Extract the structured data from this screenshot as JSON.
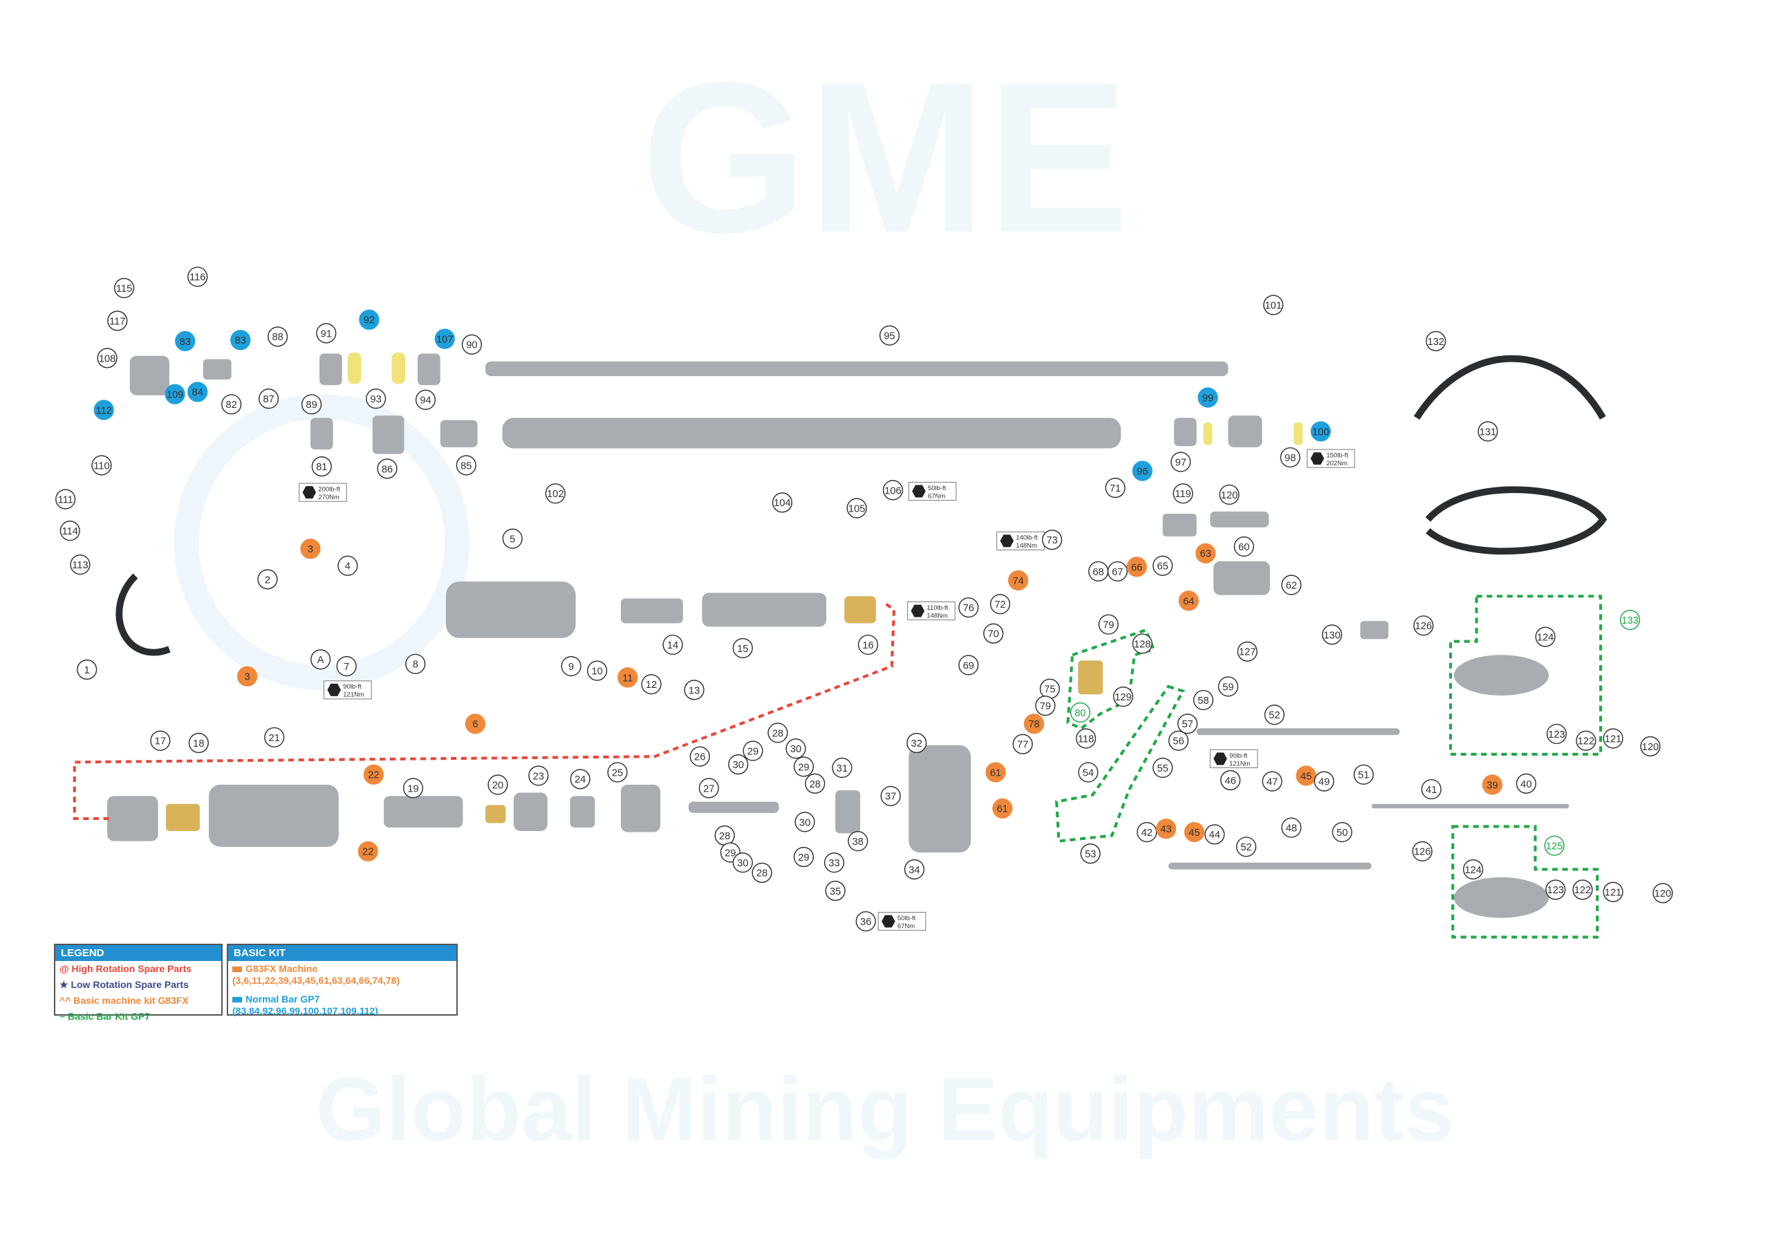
{
  "watermark": {
    "logo": "GME",
    "text": "Global Mining Equipments"
  },
  "colors": {
    "orange": "#f0883a",
    "blue": "#1ea0dc",
    "green": "#22a84a",
    "red": "#e8473a",
    "navy": "#3a4a8a",
    "part": "#a9acb1"
  },
  "callouts": [
    {
      "label": "116",
      "style": "n"
    },
    {
      "label": "115",
      "style": "n"
    },
    {
      "label": "117",
      "style": "n"
    },
    {
      "label": "108",
      "style": "n"
    },
    {
      "label": "83",
      "style": "b"
    },
    {
      "label": "83",
      "style": "b"
    },
    {
      "label": "88",
      "style": "n"
    },
    {
      "label": "91",
      "style": "n"
    },
    {
      "label": "92",
      "style": "b"
    },
    {
      "label": "107",
      "style": "b"
    },
    {
      "label": "90",
      "style": "n"
    },
    {
      "label": "95",
      "style": "n"
    },
    {
      "label": "101",
      "style": "n"
    },
    {
      "label": "132",
      "style": "n"
    },
    {
      "label": "109",
      "style": "b"
    },
    {
      "label": "84",
      "style": "b"
    },
    {
      "label": "82",
      "style": "n"
    },
    {
      "label": "87",
      "style": "n"
    },
    {
      "label": "89",
      "style": "n"
    },
    {
      "label": "93",
      "style": "n"
    },
    {
      "label": "94",
      "style": "n"
    },
    {
      "label": "112",
      "style": "b"
    },
    {
      "label": "110",
      "style": "n"
    },
    {
      "label": "81",
      "style": "n"
    },
    {
      "label": "86",
      "style": "n"
    },
    {
      "label": "85",
      "style": "n"
    },
    {
      "label": "102",
      "style": "n"
    },
    {
      "label": "99",
      "style": "b"
    },
    {
      "label": "100",
      "style": "b"
    },
    {
      "label": "98",
      "style": "n"
    },
    {
      "label": "97",
      "style": "n"
    },
    {
      "label": "96",
      "style": "b"
    },
    {
      "label": "131",
      "style": "n"
    },
    {
      "label": "111",
      "style": "n"
    },
    {
      "label": "106",
      "style": "n"
    },
    {
      "label": "105",
      "style": "n"
    },
    {
      "label": "104",
      "style": "n"
    },
    {
      "label": "71",
      "style": "n"
    },
    {
      "label": "119",
      "style": "n"
    },
    {
      "label": "120",
      "style": "n"
    },
    {
      "label": "114",
      "style": "n"
    },
    {
      "label": "113",
      "style": "n"
    },
    {
      "label": "3",
      "style": "o"
    },
    {
      "label": "4",
      "style": "n"
    },
    {
      "label": "5",
      "style": "n"
    },
    {
      "label": "2",
      "style": "n"
    },
    {
      "label": "73",
      "style": "n"
    },
    {
      "label": "74",
      "style": "o"
    },
    {
      "label": "68",
      "style": "n"
    },
    {
      "label": "67",
      "style": "n"
    },
    {
      "label": "66",
      "style": "o"
    },
    {
      "label": "65",
      "style": "n"
    },
    {
      "label": "63",
      "style": "o"
    },
    {
      "label": "60",
      "style": "n"
    },
    {
      "label": "64",
      "style": "o"
    },
    {
      "label": "62",
      "style": "n"
    },
    {
      "label": "72",
      "style": "n"
    },
    {
      "label": "76",
      "style": "n"
    },
    {
      "label": "79",
      "style": "n"
    },
    {
      "label": "128",
      "style": "n"
    },
    {
      "label": "133",
      "style": "g"
    },
    {
      "label": "130",
      "style": "n"
    },
    {
      "label": "126",
      "style": "n"
    },
    {
      "label": "124",
      "style": "n"
    },
    {
      "label": "1",
      "style": "n"
    },
    {
      "label": "3",
      "style": "o"
    },
    {
      "label": "A",
      "style": "n"
    },
    {
      "label": "7",
      "style": "n"
    },
    {
      "label": "8",
      "style": "n"
    },
    {
      "label": "14",
      "style": "n"
    },
    {
      "label": "15",
      "style": "n"
    },
    {
      "label": "16",
      "style": "n"
    },
    {
      "label": "70",
      "style": "n"
    },
    {
      "label": "69",
      "style": "n"
    },
    {
      "label": "75",
      "style": "n"
    },
    {
      "label": "127",
      "style": "n"
    },
    {
      "label": "59",
      "style": "n"
    },
    {
      "label": "58",
      "style": "n"
    },
    {
      "label": "9",
      "style": "n"
    },
    {
      "label": "10",
      "style": "n"
    },
    {
      "label": "11",
      "style": "o"
    },
    {
      "label": "12",
      "style": "n"
    },
    {
      "label": "13",
      "style": "n"
    },
    {
      "label": "6",
      "style": "o"
    },
    {
      "label": "78",
      "style": "o"
    },
    {
      "label": "79",
      "style": "n"
    },
    {
      "label": "80",
      "style": "g"
    },
    {
      "label": "129",
      "style": "n"
    },
    {
      "label": "77",
      "style": "n"
    },
    {
      "label": "118",
      "style": "n"
    },
    {
      "label": "57",
      "style": "n"
    },
    {
      "label": "56",
      "style": "n"
    },
    {
      "label": "52",
      "style": "n"
    },
    {
      "label": "123",
      "style": "n"
    },
    {
      "label": "122",
      "style": "n"
    },
    {
      "label": "121",
      "style": "n"
    },
    {
      "label": "120",
      "style": "n"
    },
    {
      "label": "17",
      "style": "n"
    },
    {
      "label": "18",
      "style": "n"
    },
    {
      "label": "21",
      "style": "n"
    },
    {
      "label": "22",
      "style": "o"
    },
    {
      "label": "22",
      "style": "o"
    },
    {
      "label": "19",
      "style": "n"
    },
    {
      "label": "20",
      "style": "n"
    },
    {
      "label": "23",
      "style": "n"
    },
    {
      "label": "24",
      "style": "n"
    },
    {
      "label": "25",
      "style": "n"
    },
    {
      "label": "26",
      "style": "n"
    },
    {
      "label": "27",
      "style": "n"
    },
    {
      "label": "28",
      "style": "n"
    },
    {
      "label": "29",
      "style": "n"
    },
    {
      "label": "30",
      "style": "n"
    },
    {
      "label": "30",
      "style": "n"
    },
    {
      "label": "29",
      "style": "n"
    },
    {
      "label": "28",
      "style": "n"
    },
    {
      "label": "30",
      "style": "n"
    },
    {
      "label": "28",
      "style": "n"
    },
    {
      "label": "29",
      "style": "n"
    },
    {
      "label": "30",
      "style": "n"
    },
    {
      "label": "28",
      "style": "n"
    },
    {
      "label": "29",
      "style": "n"
    },
    {
      "label": "31",
      "style": "n"
    },
    {
      "label": "32",
      "style": "n"
    },
    {
      "label": "37",
      "style": "n"
    },
    {
      "label": "38",
      "style": "n"
    },
    {
      "label": "61",
      "style": "o"
    },
    {
      "label": "61",
      "style": "o"
    },
    {
      "label": "33",
      "style": "n"
    },
    {
      "label": "34",
      "style": "n"
    },
    {
      "label": "35",
      "style": "n"
    },
    {
      "label": "36",
      "style": "n"
    },
    {
      "label": "54",
      "style": "n"
    },
    {
      "label": "55",
      "style": "n"
    },
    {
      "label": "53",
      "style": "n"
    },
    {
      "label": "42",
      "style": "n"
    },
    {
      "label": "43",
      "style": "o"
    },
    {
      "label": "45",
      "style": "o"
    },
    {
      "label": "44",
      "style": "n"
    },
    {
      "label": "46",
      "style": "n"
    },
    {
      "label": "47",
      "style": "n"
    },
    {
      "label": "45",
      "style": "o"
    },
    {
      "label": "49",
      "style": "n"
    },
    {
      "label": "48",
      "style": "n"
    },
    {
      "label": "50",
      "style": "n"
    },
    {
      "label": "51",
      "style": "n"
    },
    {
      "label": "41",
      "style": "n"
    },
    {
      "label": "39",
      "style": "o"
    },
    {
      "label": "40",
      "style": "n"
    },
    {
      "label": "125",
      "style": "g"
    },
    {
      "label": "52",
      "style": "n"
    },
    {
      "label": "126",
      "style": "n"
    },
    {
      "label": "124",
      "style": "n"
    },
    {
      "label": "123",
      "style": "n"
    },
    {
      "label": "122",
      "style": "n"
    },
    {
      "label": "121",
      "style": "n"
    },
    {
      "label": "120",
      "style": "n"
    }
  ],
  "torques": [
    {
      "lbft": "200lb-ft",
      "nm": "270Nm"
    },
    {
      "lbft": "50lb-ft",
      "nm": "67Nm"
    },
    {
      "lbft": "150lb-ft",
      "nm": "202Nm"
    },
    {
      "lbft": "140lb-ft",
      "nm": "148Nm"
    },
    {
      "lbft": "110lb-ft",
      "nm": "148Nm"
    },
    {
      "lbft": "90lb-ft",
      "nm": "121Nm"
    },
    {
      "lbft": "90lb-ft",
      "nm": "121Nm"
    },
    {
      "lbft": "50lb-ft",
      "nm": "67Nm"
    }
  ],
  "legend": {
    "title": "LEGEND",
    "items": [
      {
        "symbol": "@",
        "text": "High Rotation Spare Parts"
      },
      {
        "symbol": "★",
        "text": "Low Rotation Spare Parts"
      },
      {
        "symbol": "^^",
        "text": "Basic machine kit G83FX"
      },
      {
        "symbol": "~",
        "text": "Basic Bar Kit GP7"
      }
    ]
  },
  "basic_kit": {
    "title": "BASIC KIT",
    "machine": {
      "name": "G83FX Machine",
      "parts": "(3,6,11,22,39,43,45,61,63,64,66,74,78)"
    },
    "bar": {
      "name": "Normal Bar GP7",
      "parts": "(83,84,92,96,99,100,107,109,112)"
    }
  }
}
